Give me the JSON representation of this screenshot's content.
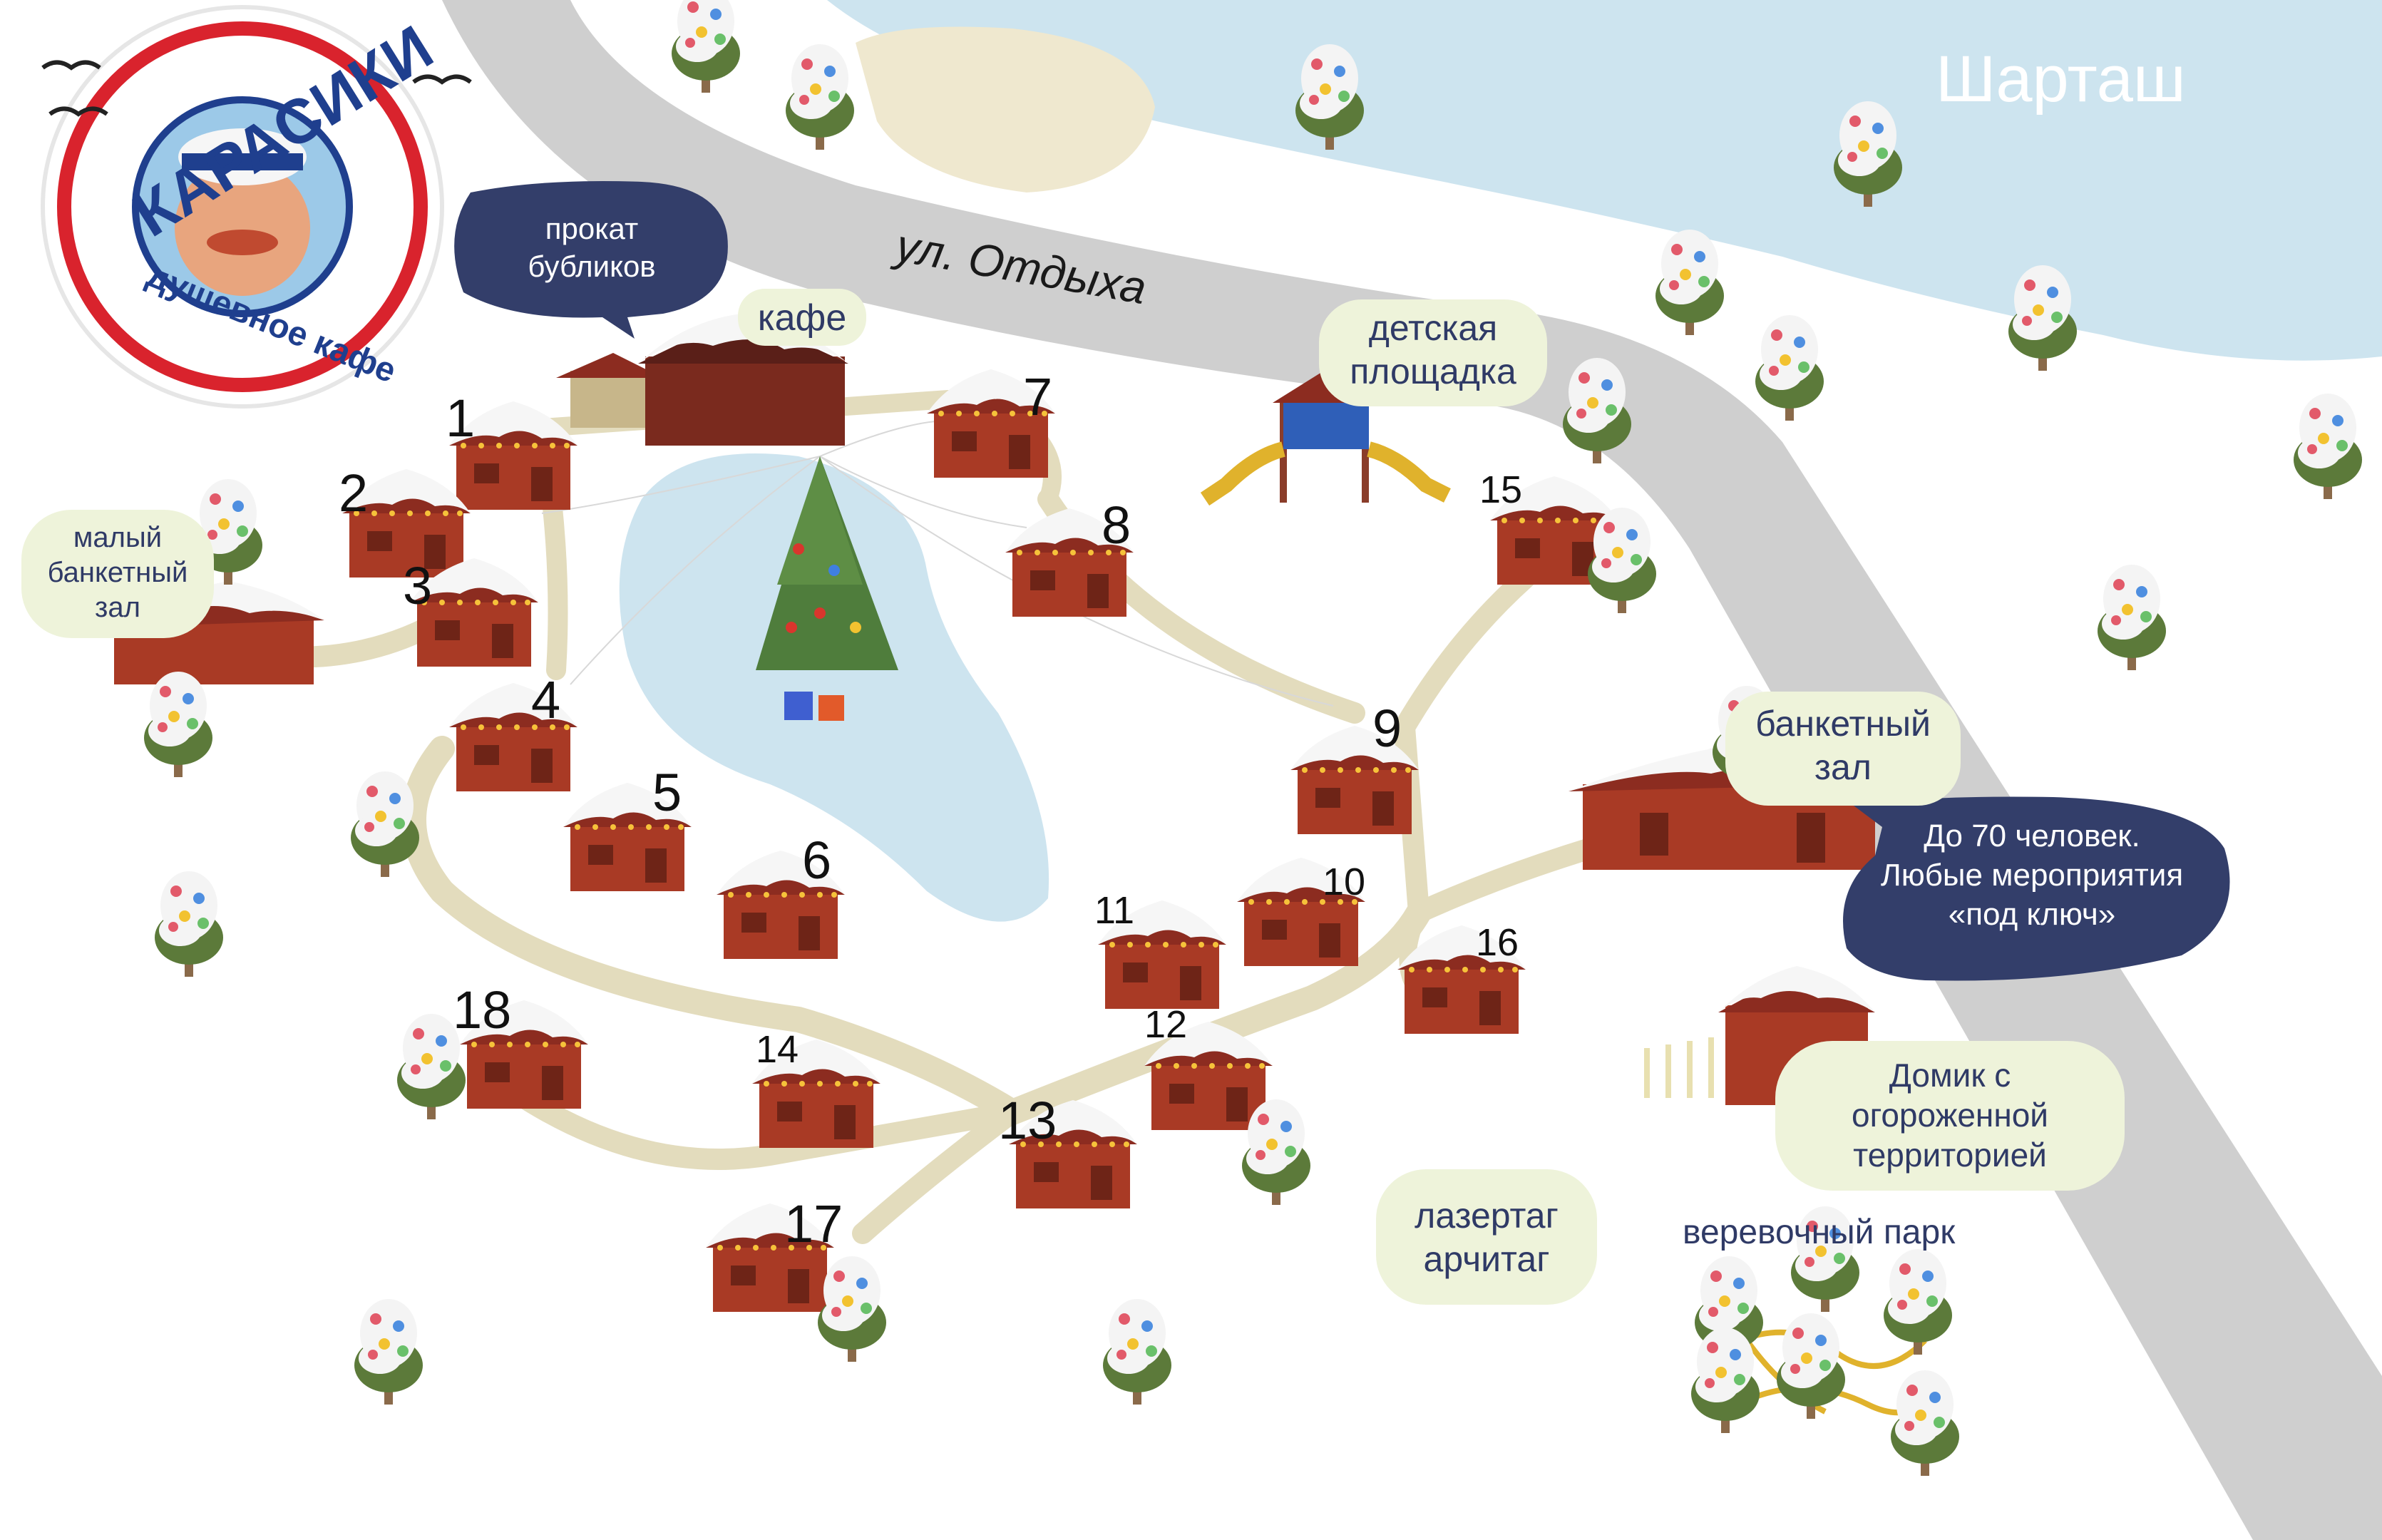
{
  "logo": {
    "name": "КАРАСИКИ",
    "tagline": "душевное кафе"
  },
  "lake_label": "Шарташ",
  "street_label": "ул. Отдыха",
  "labels": {
    "rental": "прокат\nбубликов",
    "cafe": "кафе",
    "small_hall": "малый\nбанкетный\nзал",
    "playground": "детская\nплощадка",
    "banquet_hall": "банкетный\nзал",
    "banquet_info": "До 70 человек.\nЛюбые мероприятия\n«под ключ»",
    "fenced_house": "Домик с\nогороженной\nтерриторией",
    "lasertag": "лазертаг\nарчитаг",
    "rope_park": "веревочный парк"
  },
  "house_numbers": [
    "1",
    "2",
    "3",
    "4",
    "5",
    "6",
    "7",
    "8",
    "9",
    "10",
    "11",
    "12",
    "13",
    "14",
    "15",
    "16",
    "17",
    "18"
  ],
  "colors": {
    "lake": "#cde4ef",
    "road": "#cfcfcf",
    "path": "#e3dcbd",
    "house_wall": "#a93a25",
    "house_roof": "#8c2c20",
    "snow": "#f6f6f6",
    "label_text": "#2f3a66",
    "dark_bubble": "#333e6a",
    "light_bubble": "#eef3da",
    "logo_red": "#d9232d",
    "logo_blue": "#1f3f8e"
  }
}
